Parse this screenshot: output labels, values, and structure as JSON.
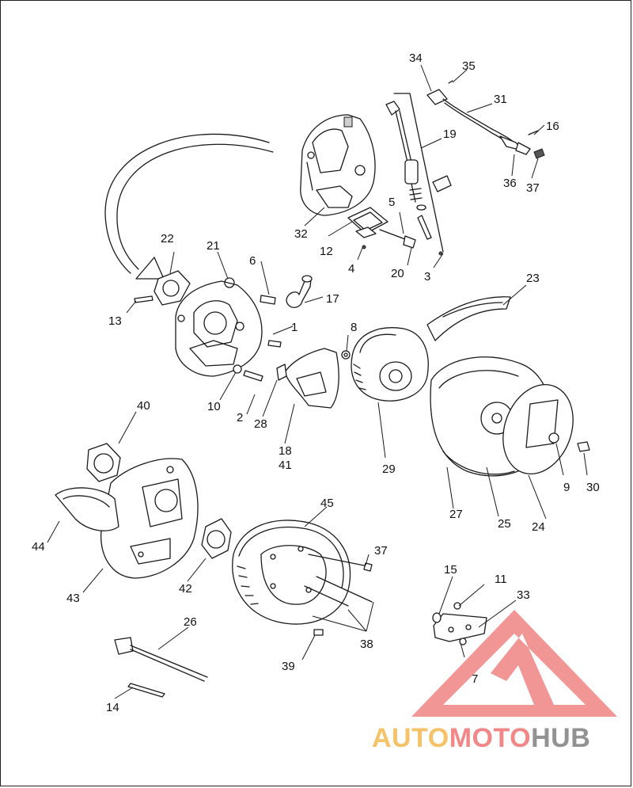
{
  "diagram": {
    "callouts": {
      "c1": "1",
      "c2": "2",
      "c3": "3",
      "c4": "4",
      "c5": "5",
      "c6": "6",
      "c7": "7",
      "c8": "8",
      "c9": "9",
      "c10": "10",
      "c11": "11",
      "c12": "12",
      "c13": "13",
      "c14": "14",
      "c15": "15",
      "c16": "16",
      "c17": "17",
      "c18": "18",
      "c19": "19",
      "c20": "20",
      "c21": "21",
      "c22": "22",
      "c23": "23",
      "c24": "24",
      "c25": "25",
      "c26": "26",
      "c27": "27",
      "c28": "28",
      "c29": "29",
      "c30": "30",
      "c31": "31",
      "c32": "32",
      "c33": "33",
      "c34": "34",
      "c35": "35",
      "c36": "36",
      "c37a": "37",
      "c37b": "37",
      "c38": "38",
      "c39": "39",
      "c40": "40",
      "c41": "41",
      "c42": "42",
      "c43": "43",
      "c44": "44",
      "c45": "45"
    }
  },
  "watermark": {
    "part1": "AUTO",
    "part2": "MOTO",
    "part3": "HUB",
    "color_auto": "#f5b342",
    "color_moto": "#ee6a6a",
    "color_hub": "#777777",
    "logo_color": "#ef7b7b"
  }
}
